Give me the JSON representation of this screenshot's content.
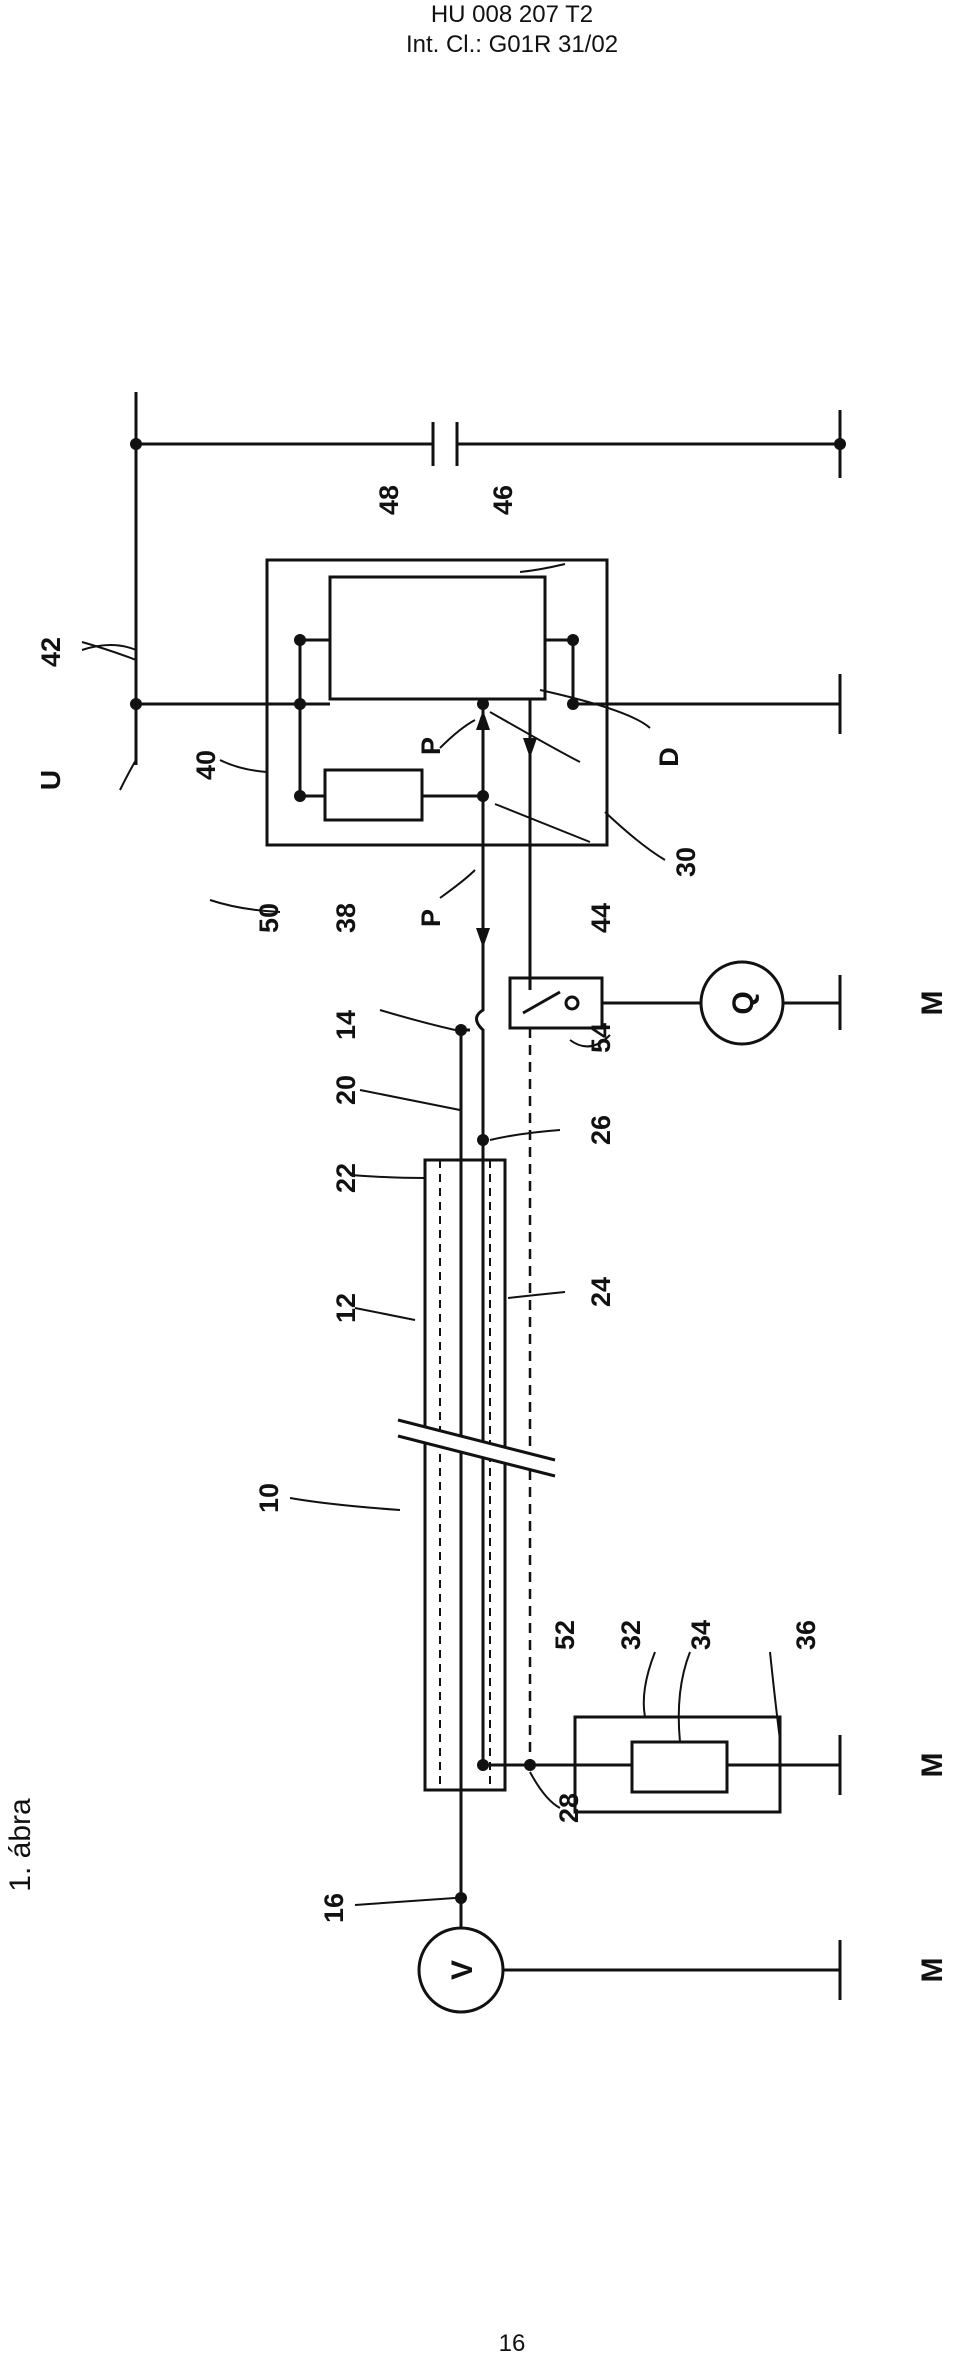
{
  "header": {
    "doc_id": "HU 008 207 T2",
    "classification": "Int. Cl.: G01R 31/02"
  },
  "figure": {
    "caption": "1. ábra",
    "labels": {
      "n10": "10",
      "n12": "12",
      "n14": "14",
      "n16": "16",
      "n20": "20",
      "n22": "22",
      "n24": "24",
      "n26": "26",
      "n28": "28",
      "n30": "30",
      "n32": "32",
      "n34": "34",
      "n36": "36",
      "n38": "38",
      "n40": "40",
      "n42": "42",
      "n44": "44",
      "n46": "46",
      "n48": "48",
      "n50": "50",
      "n52": "52",
      "n54": "54",
      "U": "U",
      "P1": "P",
      "P2": "P",
      "D": "D",
      "V": "V",
      "Q": "Q",
      "M1": "M",
      "M2": "M",
      "M3": "M"
    }
  },
  "footer": {
    "page_number": "16"
  }
}
